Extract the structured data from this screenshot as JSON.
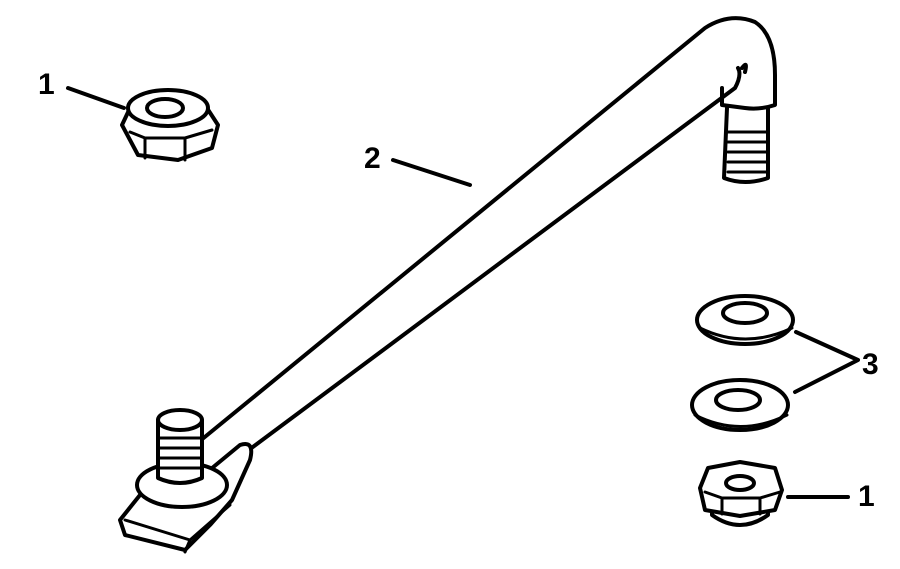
{
  "diagram": {
    "type": "exploded-parts-diagram",
    "callouts": [
      {
        "id": "callout-1-top",
        "label": "1",
        "part": "flange-nut"
      },
      {
        "id": "callout-2",
        "label": "2",
        "part": "steering-link-rod"
      },
      {
        "id": "callout-3",
        "label": "3",
        "part": "flat-washers"
      },
      {
        "id": "callout-1-bottom",
        "label": "1",
        "part": "flange-nut"
      }
    ],
    "colors": {
      "line": "#000000",
      "background": "#ffffff"
    }
  }
}
